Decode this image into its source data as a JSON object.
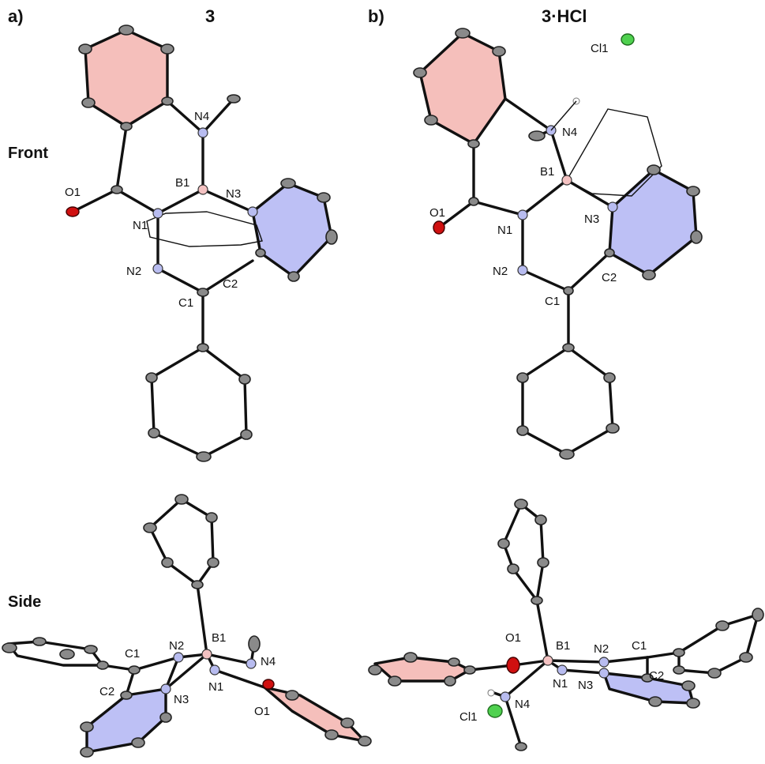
{
  "panels": {
    "a": {
      "letter": "a)",
      "compound": "3"
    },
    "b": {
      "letter": "b)",
      "compound": "3·HCl"
    }
  },
  "rows": {
    "front": "Front",
    "side": "Side"
  },
  "atoms": {
    "O1": "O1",
    "N1": "N1",
    "N2": "N2",
    "N3": "N3",
    "N4": "N4",
    "B1": "B1",
    "C1": "C1",
    "C2": "C2",
    "Cl1": "Cl1"
  },
  "colors": {
    "nitrogen": "#b8bcf0",
    "boron": "#f4c2c2",
    "oxygen": "#d01010",
    "chlorine": "#4fd14f",
    "ring_red": "#f4b8b4",
    "ring_blue": "#b9bdf4"
  }
}
